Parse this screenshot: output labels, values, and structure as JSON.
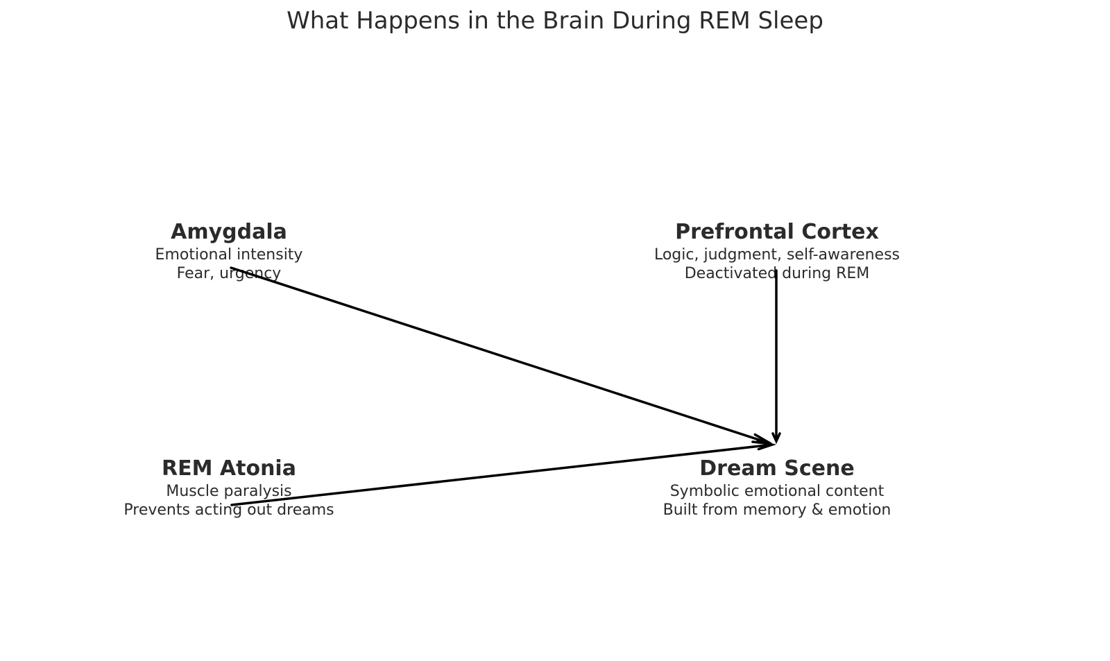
{
  "title": "What Happens in the Brain During REM Sleep",
  "nodes": {
    "amygdala": {
      "heading": "Amygdala",
      "line1": "Emotional intensity",
      "line2": "Fear, urgency"
    },
    "prefrontal": {
      "heading": "Prefrontal Cortex",
      "line1": "Logic, judgment, self-awareness",
      "line2": "Deactivated during REM"
    },
    "atonia": {
      "heading": "REM Atonia",
      "line1": "Muscle paralysis",
      "line2": "Prevents acting out dreams"
    },
    "dream": {
      "heading": "Dream Scene",
      "line1": "Symbolic emotional content",
      "line2": "Built from memory & emotion"
    }
  },
  "edges": [
    {
      "from": "Amygdala",
      "to": "Dream Scene"
    },
    {
      "from": "Prefrontal Cortex",
      "to": "Dream Scene"
    },
    {
      "from": "REM Atonia",
      "to": "Dream Scene"
    }
  ],
  "colors": {
    "text": "#2b2b2b",
    "arrow": "#000000",
    "background": "#ffffff"
  }
}
